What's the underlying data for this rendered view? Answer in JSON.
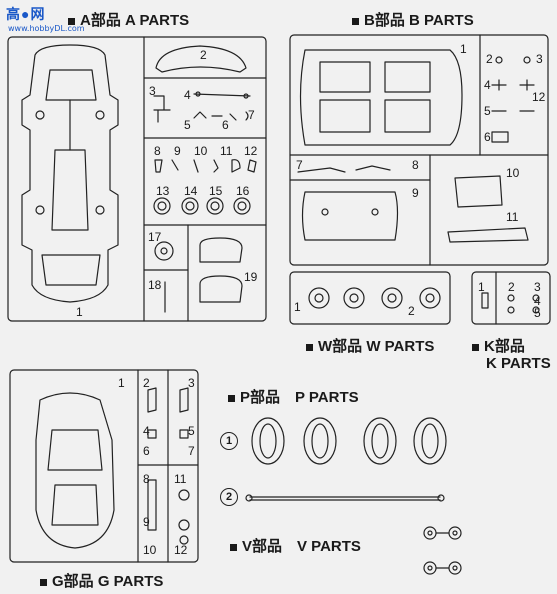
{
  "watermark": {
    "brand": "高●网",
    "url": "www.hobbyDL.com"
  },
  "sections": {
    "a": {
      "title": "A部品 A PARTS"
    },
    "b": {
      "title": "B部品 B PARTS"
    },
    "w": {
      "title": "W部品 W PARTS"
    },
    "k": {
      "title": "K部品",
      "title2": "K PARTS"
    },
    "p": {
      "title": "P部品　P PARTS"
    },
    "v": {
      "title": "V部品　V PARTS"
    },
    "g": {
      "title": "G部品 G PARTS"
    }
  },
  "part_numbers": {
    "a": [
      "1",
      "2",
      "3",
      "4",
      "5",
      "6",
      "7",
      "8",
      "9",
      "10",
      "11",
      "12",
      "13",
      "14",
      "15",
      "16",
      "17",
      "18",
      "19"
    ],
    "b": [
      "1",
      "2",
      "3",
      "4",
      "5",
      "6",
      "7",
      "8",
      "9",
      "10",
      "11",
      "12"
    ],
    "w": [
      "1",
      "2"
    ],
    "k": [
      "1",
      "2",
      "3",
      "4",
      "5"
    ],
    "g": [
      "1",
      "2",
      "3",
      "4",
      "5",
      "6",
      "7",
      "8",
      "9",
      "10",
      "11",
      "12"
    ],
    "p": [
      "1",
      "2"
    ]
  },
  "colors": {
    "line": "#222222",
    "paper": "#f1f1f1",
    "watermark": "#1a58c8"
  }
}
